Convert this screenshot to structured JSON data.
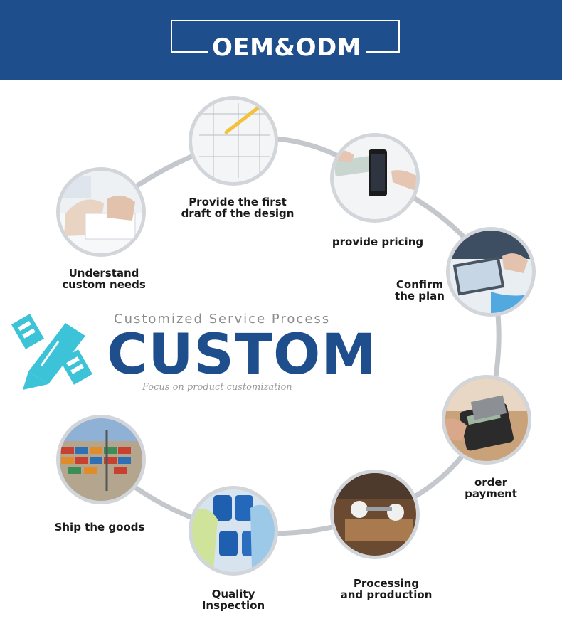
{
  "header": {
    "title": "OEM&ODM"
  },
  "center": {
    "subtitle": "Customized Service Process",
    "title": "CUSTOM",
    "tagline": "Focus on product customization"
  },
  "steps": [
    {
      "label": "Understand\ncustom needs",
      "icon": "business-meeting-photo"
    },
    {
      "label": "Provide the first\ndraft of the design",
      "icon": "design-blueprint-photo"
    },
    {
      "label": "provide pricing",
      "icon": "money-and-phone-photo"
    },
    {
      "label": "Confirm\nthe plan",
      "icon": "tablet-meeting-photo"
    },
    {
      "label": "order\npayment",
      "icon": "card-terminal-photo"
    },
    {
      "label": "Processing\nand production",
      "icon": "woodworking-photo"
    },
    {
      "label": "Quality\nInspection",
      "icon": "chemical-barrels-photo"
    },
    {
      "label": "Ship the goods",
      "icon": "shipping-port-photo"
    }
  ],
  "colors": {
    "brand": "#1f4e8c",
    "accent": "#3cc3d8",
    "ring": "#c4c8cc"
  }
}
